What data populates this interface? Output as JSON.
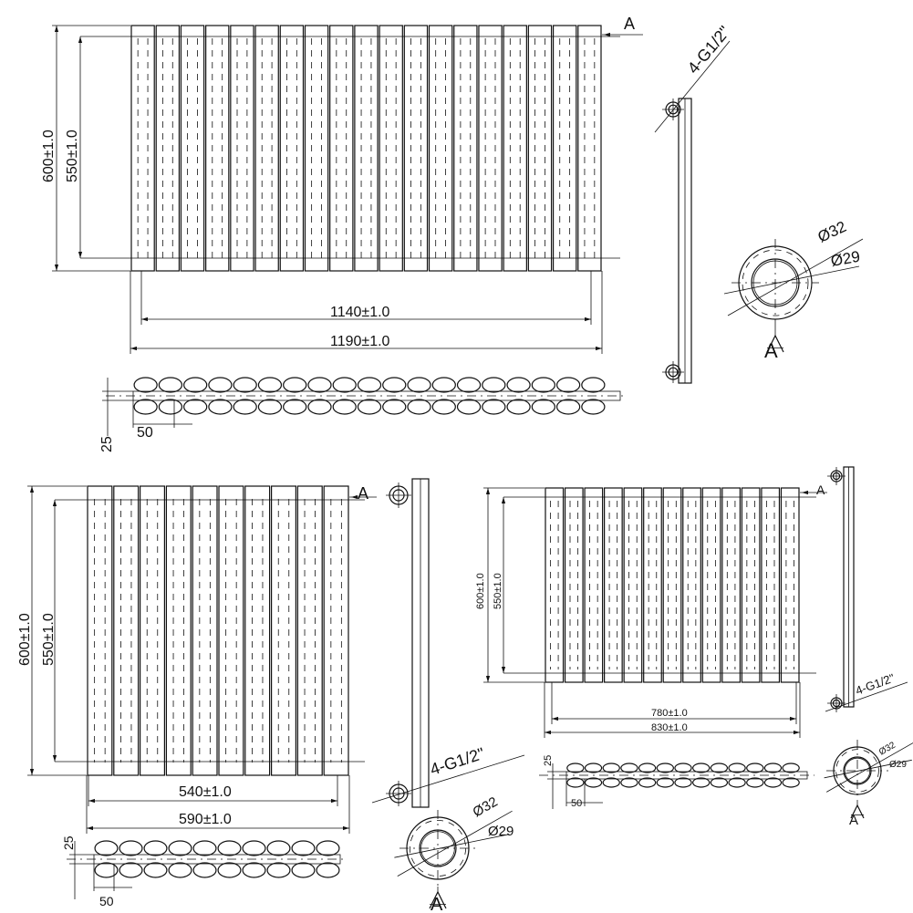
{
  "drawing": {
    "section_marker": "A",
    "connection_label": "4-G1/2\"",
    "outer_diameter": "Ø32",
    "inner_diameter": "Ø29",
    "depth": "25",
    "pipe_offset": "50"
  },
  "view_large": {
    "columns": 19,
    "height_overall": "600±1.0",
    "height_centres": "550±1.0",
    "width_centres": "1140±1.0",
    "width_overall": "1190±1.0"
  },
  "view_small": {
    "columns": 10,
    "height_overall": "600±1.0",
    "height_centres": "550±1.0",
    "width_centres": "540±1.0",
    "width_overall": "590±1.0"
  },
  "view_medium": {
    "columns": 13,
    "height_overall": "600±1.0",
    "height_centres": "550±1.0",
    "width_centres": "780±1.0",
    "width_overall": "830±1.0"
  }
}
